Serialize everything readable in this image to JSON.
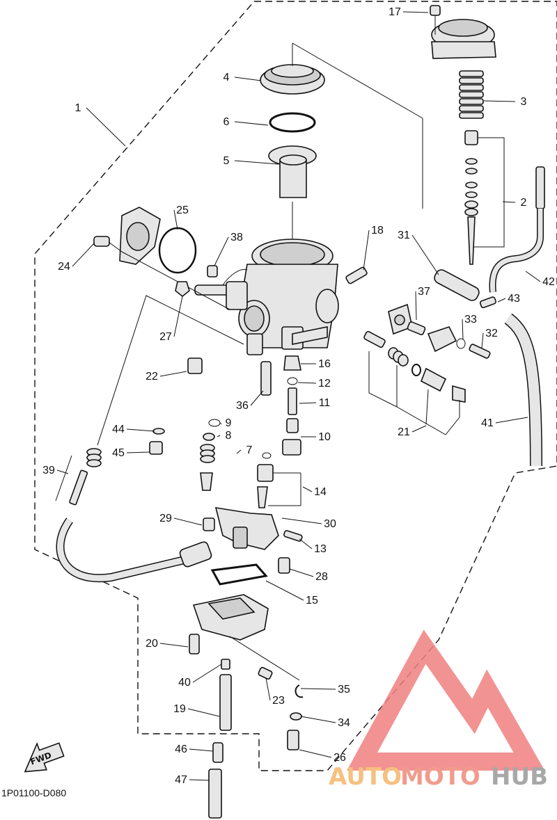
{
  "diagram": {
    "drawing_code": "1P01100-D080",
    "fwd_label": "FWD",
    "labels": [
      "1",
      "2",
      "3",
      "4",
      "5",
      "6",
      "7",
      "8",
      "9",
      "10",
      "11",
      "12",
      "13",
      "14",
      "15",
      "16",
      "17",
      "18",
      "19",
      "20",
      "21",
      "22",
      "23",
      "24",
      "25",
      "26",
      "27",
      "28",
      "29",
      "30",
      "31",
      "32",
      "33",
      "34",
      "35",
      "36",
      "37",
      "38",
      "39",
      "40",
      "41",
      "42",
      "43",
      "44",
      "45",
      "46",
      "47"
    ]
  },
  "watermark": {
    "part1": "AUTO",
    "part2": "MOTO",
    "part3": "HUB",
    "colors": {
      "auto": "#f5b66b",
      "moto": "#f08a7a",
      "hub": "#9a9a9a",
      "triangle": "#f08080"
    }
  }
}
